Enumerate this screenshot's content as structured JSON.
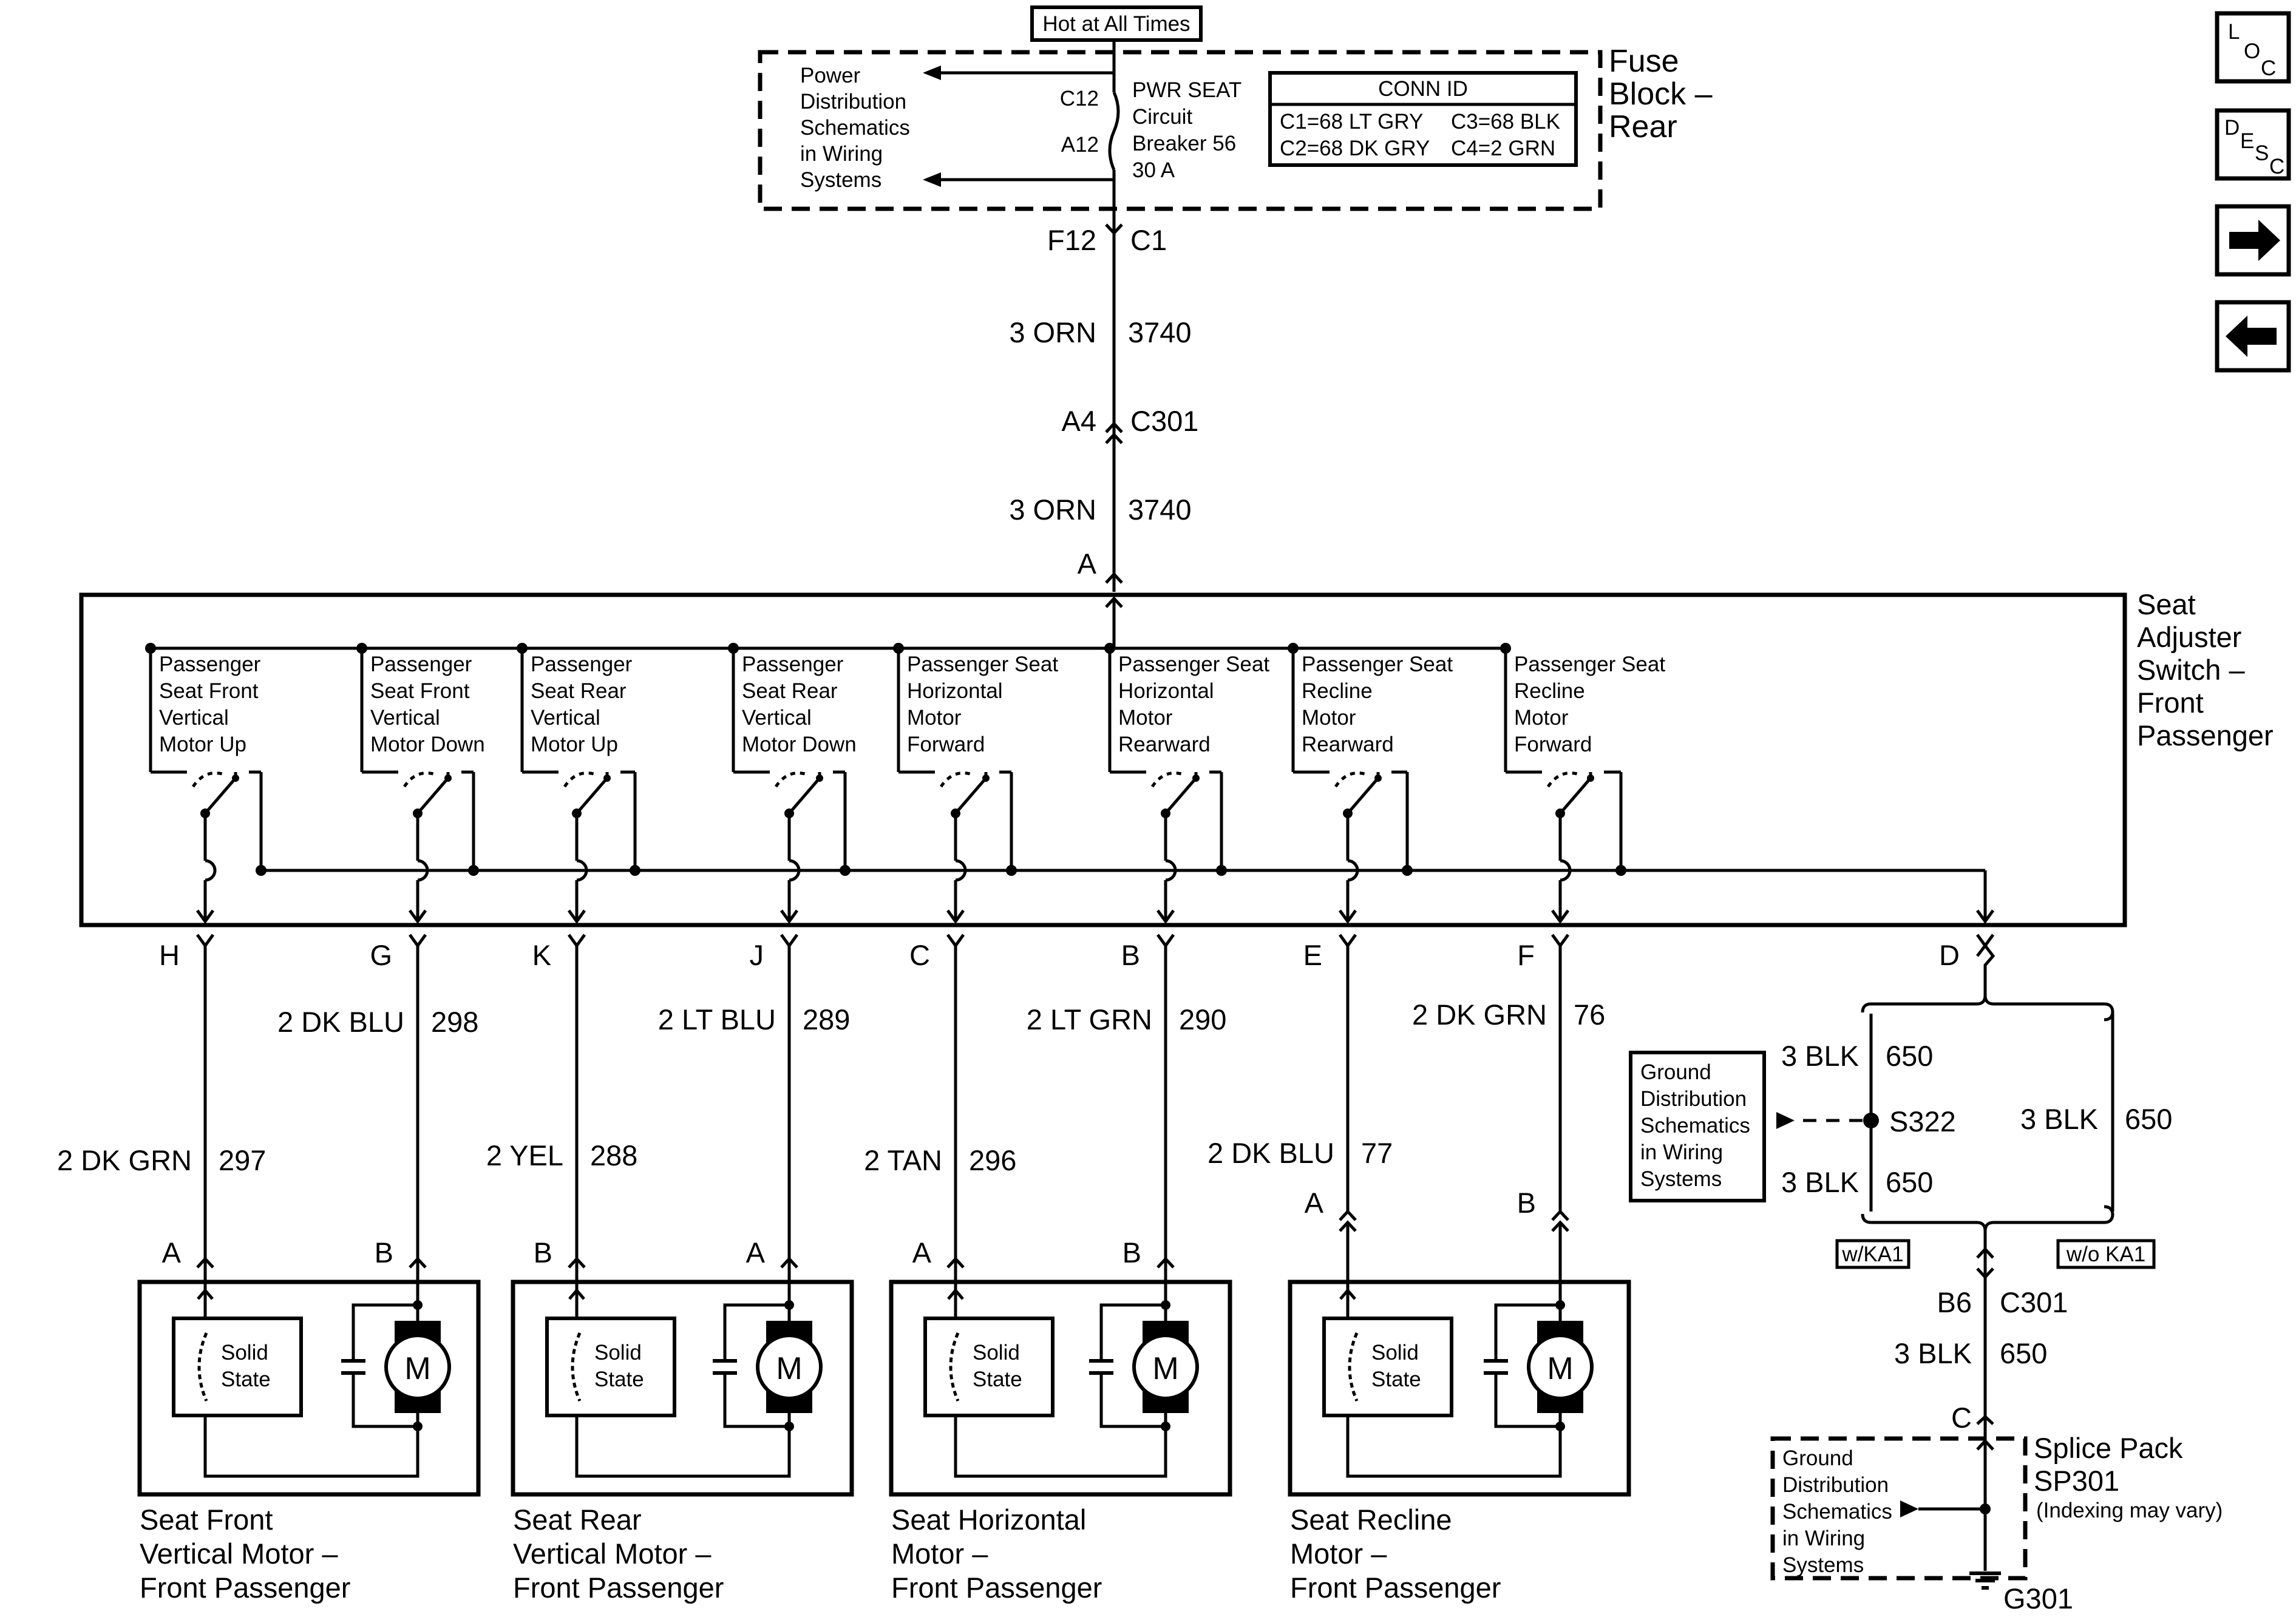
{
  "hot_label": "Hot at All Times",
  "fuse_block": {
    "title_lines": [
      "Fuse",
      "Block –",
      "Rear"
    ],
    "power_dist_lines": [
      "Power",
      "Distribution",
      "Schematics",
      "in Wiring",
      "Systems"
    ],
    "pin_c12": "C12",
    "pin_a12": "A12",
    "breaker_lines": [
      "PWR SEAT",
      "Circuit",
      "Breaker 56",
      "30 A"
    ],
    "conn_id_title": "CONN ID",
    "conn_rows": [
      [
        "C1=68 LT GRY",
        "C3=68 BLK"
      ],
      [
        "C2=68 DK GRY",
        "C4=2 GRN"
      ]
    ]
  },
  "feed": {
    "f12": "F12",
    "c1": "C1",
    "wire1_color": "3 ORN",
    "wire1_num": "3740",
    "a4": "A4",
    "c301": "C301",
    "wire2_color": "3 ORN",
    "wire2_num": "3740",
    "pin_a": "A"
  },
  "switch": {
    "title_lines": [
      "Seat",
      "Adjuster",
      "Switch –",
      "Front",
      "Passenger"
    ],
    "contacts": [
      {
        "lines": [
          "Passenger",
          "Seat Front",
          "Vertical",
          "Motor Up"
        ]
      },
      {
        "lines": [
          "Passenger",
          "Seat Front",
          "Vertical",
          "Motor Down"
        ]
      },
      {
        "lines": [
          "Passenger",
          "Seat Rear",
          "Vertical",
          "Motor Up"
        ]
      },
      {
        "lines": [
          "Passenger",
          "Seat Rear",
          "Vertical",
          "Motor Down"
        ]
      },
      {
        "lines": [
          "Passenger Seat",
          "Horizontal",
          "Motor",
          "Forward"
        ]
      },
      {
        "lines": [
          "Passenger Seat",
          "Horizontal",
          "Motor",
          "Rearward"
        ]
      },
      {
        "lines": [
          "Passenger Seat",
          "Recline",
          "Motor",
          "Rearward"
        ]
      },
      {
        "lines": [
          "Passenger Seat",
          "Recline",
          "Motor",
          "Forward"
        ]
      }
    ],
    "pins": [
      "H",
      "G",
      "K",
      "J",
      "C",
      "B",
      "E",
      "F",
      "D"
    ]
  },
  "wires": [
    {
      "color": "2 DK GRN",
      "num": "297"
    },
    {
      "color": "2 DK BLU",
      "num": "298"
    },
    {
      "color": "2 YEL",
      "num": "288"
    },
    {
      "color": "2 LT BLU",
      "num": "289"
    },
    {
      "color": "2 TAN",
      "num": "296"
    },
    {
      "color": "2 LT GRN",
      "num": "290"
    },
    {
      "color": "2 DK BLU",
      "num": "77"
    },
    {
      "color": "2 DK GRN",
      "num": "76"
    }
  ],
  "motors": [
    {
      "pins": [
        "A",
        "B"
      ],
      "title_lines": [
        "Seat Front",
        "Vertical Motor –",
        "Front Passenger"
      ]
    },
    {
      "pins": [
        "B",
        "A"
      ],
      "title_lines": [
        "Seat Rear",
        "Vertical Motor –",
        "Front Passenger"
      ]
    },
    {
      "pins": [
        "A",
        "B"
      ],
      "title_lines": [
        "Seat Horizontal",
        "Motor –",
        "Front Passenger"
      ]
    },
    {
      "pins": [
        "A",
        "B"
      ],
      "title_lines": [
        "Seat Recline",
        "Motor –",
        "Front Passenger"
      ]
    }
  ],
  "solid_state_lines": [
    "Solid",
    "State"
  ],
  "motor_symbol": "M",
  "ground": {
    "dist_lines": [
      "Ground",
      "Distribution",
      "Schematics",
      "in Wiring",
      "Systems"
    ],
    "w1_color": "3 BLK",
    "w1_num": "650",
    "splice": "S322",
    "w2_color": "3 BLK",
    "w2_num": "650",
    "w3_color": "3 BLK",
    "w3_num": "650",
    "opt_with": "w/KA1",
    "opt_without": "w/o KA1",
    "b6": "B6",
    "c301": "C301",
    "w4_color": "3 BLK",
    "w4_num": "650",
    "pin_c": "C",
    "splice_pack_lines": [
      "Splice Pack",
      "SP301"
    ],
    "indexing": "(Indexing may vary)",
    "sp_dist_lines": [
      "Ground",
      "Distribution",
      "Schematics",
      "in Wiring",
      "Systems"
    ],
    "g301": "G301"
  },
  "nav": {
    "loc": [
      "L",
      "O",
      "C"
    ],
    "desc": [
      "D",
      "E",
      "S",
      "C"
    ],
    "next_icon": "right-arrow-icon",
    "prev_icon": "left-arrow-icon"
  }
}
